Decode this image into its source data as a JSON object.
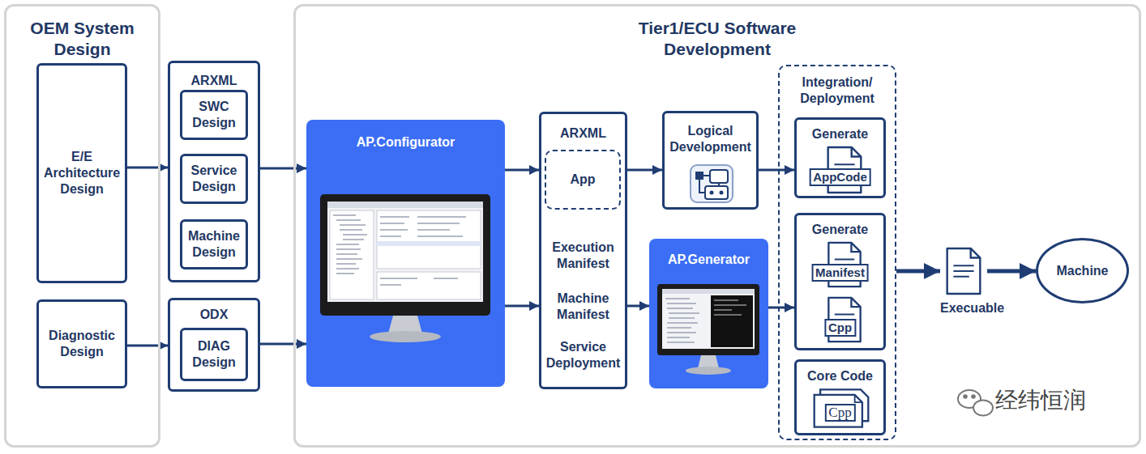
{
  "diagram": {
    "nodes": [
      {
        "text": [
          "OEM System Design"
        ]
      },
      {
        "text": [
          "E/E Architecture Design"
        ],
        "in": 0
      },
      {
        "text": [
          "Diagnostic Design"
        ],
        "in": 0
      },
      {
        "text": [
          "ARXML"
        ]
      },
      {
        "text": [
          "SWC Design"
        ],
        "in": 3
      },
      {
        "text": [
          "Service Design"
        ],
        "in": 3
      },
      {
        "text": [
          "Machine Design"
        ],
        "in": 3
      },
      {
        "text": [
          "ODX"
        ]
      },
      {
        "text": [
          "DIAG Design"
        ],
        "in": 7
      },
      {
        "text": [
          "Tier1/ECU Software Development"
        ]
      },
      {
        "text": [
          "AP.Configurator"
        ],
        "in": 9
      },
      {
        "text": [
          "ARXML",
          "Execution Manifest",
          "Machine Manifest",
          "Service Deployment"
        ],
        "in": 9
      },
      {
        "text": [
          "App"
        ],
        "in": 11
      },
      {
        "text": [
          "Logical Development"
        ],
        "in": 9
      },
      {
        "text": [
          "AP.Generator"
        ],
        "in": 9
      },
      {
        "text": [
          "Integration/ Deployment"
        ],
        "in": 9
      },
      {
        "text": [
          "Generate",
          "AppCode"
        ],
        "in": 15
      },
      {
        "text": [
          "Generate",
          "Manifest",
          "Cpp"
        ],
        "in": 15
      },
      {
        "text": [
          "Core Code",
          "Cpp"
        ],
        "in": 15
      },
      {
        "text": [
          "Execuable"
        ],
        "in": 9
      },
      {
        "text": [
          "Machine"
        ],
        "in": 9
      }
    ],
    "edges": [
      {
        "from": 1,
        "to": 3,
        "arrow": "to"
      },
      {
        "from": 2,
        "to": 7,
        "arrow": "to"
      },
      {
        "from": 3,
        "to": 10,
        "arrow": "to"
      },
      {
        "from": 7,
        "to": 10,
        "arrow": "to"
      },
      {
        "from": 10,
        "to": 11,
        "arrow": "to"
      },
      {
        "from": 10,
        "to": 11,
        "arrow": "to"
      },
      {
        "from": 12,
        "to": 13,
        "arrow": "to"
      },
      {
        "from": 13,
        "to": 16,
        "arrow": "to"
      },
      {
        "from": 11,
        "to": 14,
        "arrow": "to"
      },
      {
        "from": 14,
        "to": 17,
        "arrow": "to"
      },
      {
        "from": 15,
        "to": 19,
        "arrow": "to"
      },
      {
        "from": 19,
        "to": 20,
        "arrow": "to"
      }
    ],
    "labels": [
      "经纬恒润"
    ]
  }
}
